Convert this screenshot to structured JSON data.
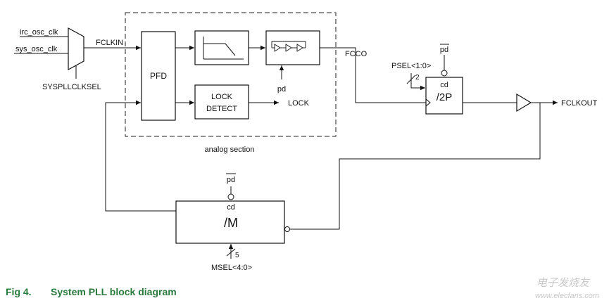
{
  "diagram": {
    "inputs": {
      "irc": "irc_osc_clk",
      "sys": "sys_osc_clk"
    },
    "mux_select": "SYSPLLCLKSEL",
    "signals": {
      "fclkin": "FCLKIN",
      "fcco": "FCCO",
      "lock": "LOCK",
      "fclkout": "FCLKOUT"
    },
    "blocks": {
      "pfd": "PFD",
      "lock_detect_line1": "LOCK",
      "lock_detect_line2": "DETECT",
      "postdiv": "/2P",
      "postdiv_cd": "cd",
      "fbdiv": "/M",
      "fbdiv_cd": "cd"
    },
    "pd_labels": {
      "vco": "pd",
      "postdiv": "pd",
      "fbdiv": "pd"
    },
    "psel": {
      "label": "PSEL<1:0>",
      "width": "2"
    },
    "msel": {
      "label": "MSEL<4:0>",
      "width": "5"
    },
    "analog_section": "analog section"
  },
  "caption": {
    "fig": "Fig 4.",
    "title": "System PLL block diagram"
  },
  "watermark": "电子发烧友",
  "watermark_url": "www.elecfans.com"
}
